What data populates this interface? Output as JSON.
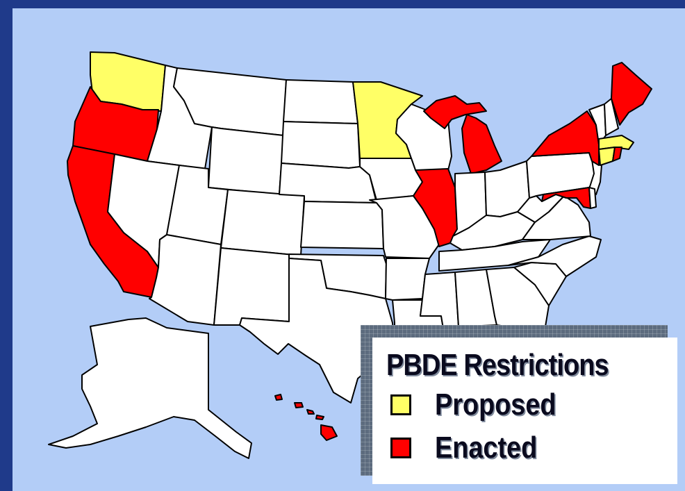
{
  "legend": {
    "title": "PBDE Restrictions",
    "items": [
      {
        "label": "Proposed",
        "status": "proposed",
        "color": "#ffff66"
      },
      {
        "label": "Enacted",
        "status": "enacted",
        "color": "#ff0000"
      }
    ]
  },
  "colors": {
    "background": "#b3cdf7",
    "frame": "#1f3a8a",
    "none": "#ffffff",
    "proposed": "#ffff66",
    "enacted": "#ff0000",
    "border": "#000000"
  },
  "states": [
    {
      "id": "WA",
      "status": "proposed"
    },
    {
      "id": "OR",
      "status": "enacted"
    },
    {
      "id": "CA",
      "status": "enacted"
    },
    {
      "id": "MN",
      "status": "proposed"
    },
    {
      "id": "MI",
      "status": "enacted"
    },
    {
      "id": "IL",
      "status": "enacted"
    },
    {
      "id": "NY",
      "status": "enacted"
    },
    {
      "id": "ME",
      "status": "enacted"
    },
    {
      "id": "MA",
      "status": "proposed"
    },
    {
      "id": "CT",
      "status": "proposed"
    },
    {
      "id": "RI",
      "status": "enacted"
    },
    {
      "id": "MD",
      "status": "enacted"
    },
    {
      "id": "HI",
      "status": "enacted"
    },
    {
      "id": "NJ",
      "status": "none"
    },
    {
      "id": "ID",
      "status": "none"
    },
    {
      "id": "NV",
      "status": "none"
    },
    {
      "id": "MT",
      "status": "none"
    },
    {
      "id": "WY",
      "status": "none"
    },
    {
      "id": "UT",
      "status": "none"
    },
    {
      "id": "AZ",
      "status": "none"
    },
    {
      "id": "CO",
      "status": "none"
    },
    {
      "id": "NM",
      "status": "none"
    },
    {
      "id": "ND",
      "status": "none"
    },
    {
      "id": "SD",
      "status": "none"
    },
    {
      "id": "NE",
      "status": "none"
    },
    {
      "id": "KS",
      "status": "none"
    },
    {
      "id": "OK",
      "status": "none"
    },
    {
      "id": "TX",
      "status": "none"
    },
    {
      "id": "IA",
      "status": "none"
    },
    {
      "id": "MO",
      "status": "none"
    },
    {
      "id": "AR",
      "status": "none"
    },
    {
      "id": "LA",
      "status": "none"
    },
    {
      "id": "WI",
      "status": "none"
    },
    {
      "id": "IN",
      "status": "none"
    },
    {
      "id": "OH",
      "status": "none"
    },
    {
      "id": "KY",
      "status": "none"
    },
    {
      "id": "TN",
      "status": "none"
    },
    {
      "id": "MS",
      "status": "none"
    },
    {
      "id": "AL",
      "status": "none"
    },
    {
      "id": "GA",
      "status": "none"
    },
    {
      "id": "FL",
      "status": "none"
    },
    {
      "id": "SC",
      "status": "none"
    },
    {
      "id": "NC",
      "status": "none"
    },
    {
      "id": "VA",
      "status": "none"
    },
    {
      "id": "WV",
      "status": "none"
    },
    {
      "id": "PA",
      "status": "none"
    },
    {
      "id": "DE",
      "status": "none"
    },
    {
      "id": "VT",
      "status": "none"
    },
    {
      "id": "NH",
      "status": "none"
    },
    {
      "id": "AK",
      "status": "none"
    }
  ]
}
